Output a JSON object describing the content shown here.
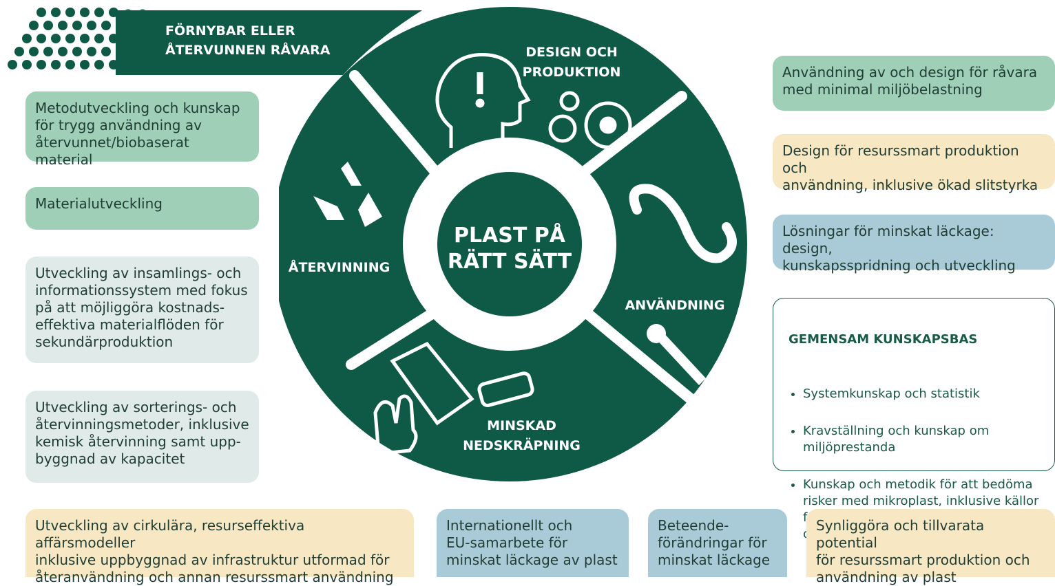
{
  "banner": {
    "text": "FÖRNYBAR ELLER\nÅTERVUNNEN RÅVARA"
  },
  "wheel": {
    "center": "PLAST PÅ\nRÄTT SÄTT",
    "segments": {
      "design": "DESIGN OCH\nPRODUKTION",
      "anvandning": "ANVÄNDNING",
      "minskad": "MINSKAD\nNEDSKRÄPNING",
      "atervinning": "ÅTERVINNING"
    }
  },
  "left_boxes": [
    "Metodutveckling och kunskap\nför trygg användning av\nåtervunnet/biobaserat material",
    "Materialutveckling",
    "Utveckling av insamlings- och\ninformationssystem med fokus\npå att möjliggöra kostnads-\neffektiva materialflöden för\nsekundärproduktion",
    "Utveckling av sorterings- och\nåtervinningsmetoder, inklusive\nkemisk återvinning samt upp-\nbyggnad av kapacitet"
  ],
  "right_boxes": [
    "Användning av och design för råvara\nmed minimal miljöbelastning",
    "Design för resurssmart produktion och\nanvändning, inklusive ökad slitstyrka",
    "Lösningar för minskat läckage: design,\nkunskapsspridning och utveckling"
  ],
  "knowledge_base": {
    "title": "GEMENSAM KUNSKAPSBAS",
    "items": [
      "Systemkunskap och statistik",
      "Kravställning och kunskap om\nmiljöprestanda",
      "Kunskap och metodik för att bedöma\nrisker med mikroplast, inklusive källor\nfrån skräp på land och i vattenmiljö,\noch kostnadseffektivitet för åtgärder"
    ]
  },
  "bottom_boxes": [
    "Utveckling av cirkulära, resurseffektiva affärsmodeller\ninklusive uppbyggnad av infrastruktur utformad för\nåteranvändning och annan resurssmart användning",
    "Internationellt och\nEU-samarbete för\nminskat läckage av plast",
    "Beteende-\nförändringar för\nminskat läckage",
    "Synliggöra och tillvarata potential\nför resurssmart produktion och\nanvändning av plast"
  ],
  "colors": {
    "dark_green": "#0f5a46",
    "box_green": "#9fd0b7",
    "box_gray": "#dfeae9",
    "box_cream": "#f7e7c2",
    "box_blue": "#a9cbd8"
  },
  "icons": [
    "dots-icon",
    "head-exclamation-icon",
    "gears-icon",
    "loop-arrow-icon",
    "wrench-icon",
    "plastic-bag-icon",
    "bottle-icon",
    "glove-icon",
    "recycle-icon"
  ]
}
